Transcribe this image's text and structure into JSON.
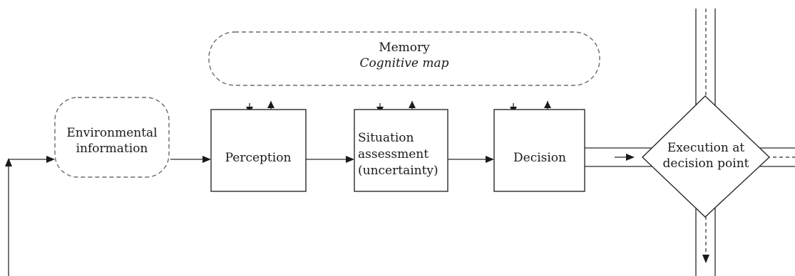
{
  "diagram": {
    "memory": {
      "title": "Memory",
      "subtitle": "Cognitive map"
    },
    "environmental_information": {
      "line1": "Environmental",
      "line2": "information"
    },
    "perception": {
      "label": "Perception"
    },
    "situation_assessment": {
      "line1": "Situation",
      "line2": "assessment",
      "line3": "(uncertainty)"
    },
    "decision": {
      "label": "Decision"
    },
    "execution": {
      "line1": "Execution at",
      "line2": "decision point"
    }
  }
}
